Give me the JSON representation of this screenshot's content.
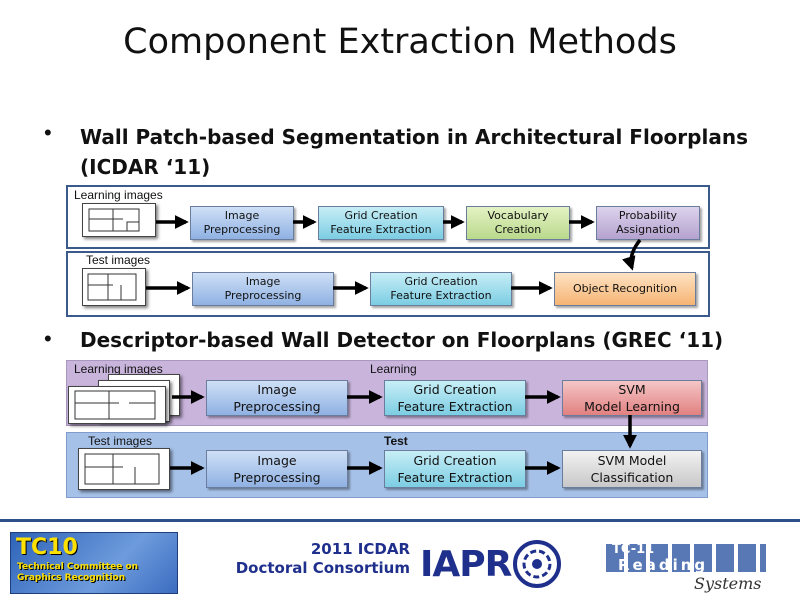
{
  "slide": {
    "title": "Component Extraction Methods",
    "bullet1": "Wall Patch-based Segmentation in Architectural Floorplans (ICDAR ‘11)",
    "bullet2": "Descriptor-based Wall Detector on Floorplans (GREC ‘11)"
  },
  "diagram1": {
    "learning_label": "Learning images",
    "test_label": "Test images",
    "learning_steps": [
      "Image\nPreprocessing",
      "Grid Creation\nFeature Extraction",
      "Vocabulary\nCreation",
      "Probability\nAssignation"
    ],
    "test_steps": [
      "Image\nPreprocessing",
      "Grid Creation\nFeature Extraction",
      "Object Recognition"
    ]
  },
  "diagram2": {
    "learning_label": "Learning images",
    "learning_title": "Learning",
    "test_label": "Test images",
    "test_title": "Test",
    "learning_steps": [
      "Image\nPreprocessing",
      "Grid Creation\nFeature Extraction",
      "SVM\nModel Learning"
    ],
    "test_steps": [
      "Image\nPreprocessing",
      "Grid Creation\nFeature Extraction",
      "SVM Model\nClassification"
    ]
  },
  "footer": {
    "tc10_big": "TC10",
    "tc10_small": "Technical Committee on\nGraphics Recognition",
    "conf_line1": "2011 ICDAR",
    "conf_line2": "Doctoral Consortium",
    "iapr": "IAPR",
    "tc11_top": "TC-11",
    "tc11_reading": "Reading",
    "tc11_systems": "Systems"
  },
  "colors": {
    "accent": "#2d4f8a",
    "panel_border": "#3a5a8c",
    "learning_bg": "#c9b4dc",
    "test_bg": "#a6c1e8",
    "iapr_blue": "#1f2f8c"
  }
}
